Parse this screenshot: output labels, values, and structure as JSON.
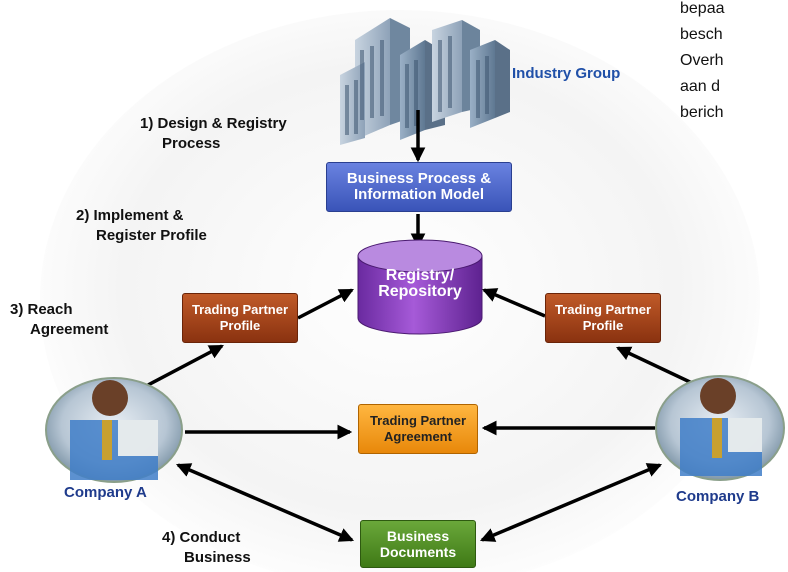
{
  "industry_group": "Industry Group",
  "steps": {
    "s1_line1": "1) Design & Registry",
    "s1_line2": "Process",
    "s2_line1": "2) Implement &",
    "s2_line2": "Register Profile",
    "s3_line1": "3) Reach",
    "s3_line2": "Agreement",
    "s4_line1": "4) Conduct",
    "s4_line2": "Business"
  },
  "boxes": {
    "bpim_line1": "Business Process &",
    "bpim_line2": "Information Model",
    "registry_line1": "Registry/",
    "registry_line2": "Repository",
    "tpp_left_line1": "Trading Partner",
    "tpp_left_line2": "Profile",
    "tpp_right_line1": "Trading Partner",
    "tpp_right_line2": "Profile",
    "tpa_line1": "Trading Partner",
    "tpa_line2": "Agreement",
    "docs_line1": "Business",
    "docs_line2": "Documents"
  },
  "companies": {
    "a": "Company A",
    "b": "Company B"
  },
  "side_text": [
    "bepaa",
    "besch",
    "Overh",
    "aan d",
    "berich"
  ],
  "colors": {
    "blue_box": "#4a63c8",
    "purple_cyl": "#8a3fc0",
    "brown_box": "#a23f10",
    "orange_box": "#f39a10",
    "green_box": "#4a8a1c",
    "company_text": "#1f3b8c",
    "industry_text": "#2050a8"
  }
}
